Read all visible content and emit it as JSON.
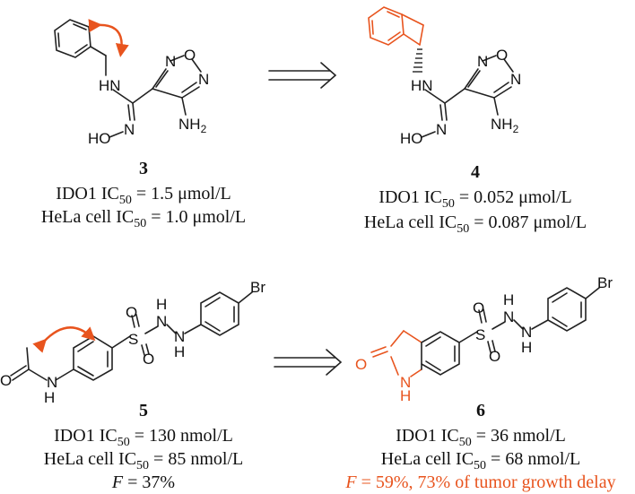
{
  "colors": {
    "bond": "#222222",
    "highlight": "#e8541e",
    "background": "#ffffff"
  },
  "atoms": {
    "hn": "HN",
    "n": "N",
    "o": "O",
    "ho": "HO",
    "nh2": "NH",
    "sub2": "2",
    "s": "S",
    "h": "H",
    "br": "Br",
    "nh": "NH"
  },
  "compound_3": {
    "number": "3",
    "line1_prefix": "IDO1 IC",
    "line1_sub": "50",
    "line1_suffix": " = 1.5 μmol/L",
    "line2_prefix": "HeLa cell IC",
    "line2_sub": "50",
    "line2_suffix": " = 1.0 μmol/L"
  },
  "compound_4": {
    "number": "4",
    "line1_prefix": "IDO1 IC",
    "line1_sub": "50",
    "line1_suffix": " = 0.052 μmol/L",
    "line2_prefix": "HeLa cell IC",
    "line2_sub": "50",
    "line2_suffix": " = 0.087 μmol/L"
  },
  "compound_5": {
    "number": "5",
    "line1_prefix": "IDO1 IC",
    "line1_sub": "50",
    "line1_suffix": " = 130 nmol/L",
    "line2_prefix": "HeLa cell IC",
    "line2_sub": "50",
    "line2_suffix": " = 85 nmol/L",
    "line3_italic": "F",
    "line3_rest": " = 37%"
  },
  "compound_6": {
    "number": "6",
    "line1_prefix": "IDO1 IC",
    "line1_sub": "50",
    "line1_suffix": " = 36 nmol/L",
    "line2_prefix": "HeLa cell IC",
    "line2_sub": "50",
    "line2_suffix": " = 68 nmol/L",
    "line3_italic": "F",
    "line3_rest": " = 59%, 73% of tumor growth delay"
  },
  "arrows": [
    {
      "from": "3",
      "to": "4",
      "icon": "double-arrow-icon"
    },
    {
      "from": "5",
      "to": "6",
      "icon": "double-arrow-icon"
    }
  ]
}
